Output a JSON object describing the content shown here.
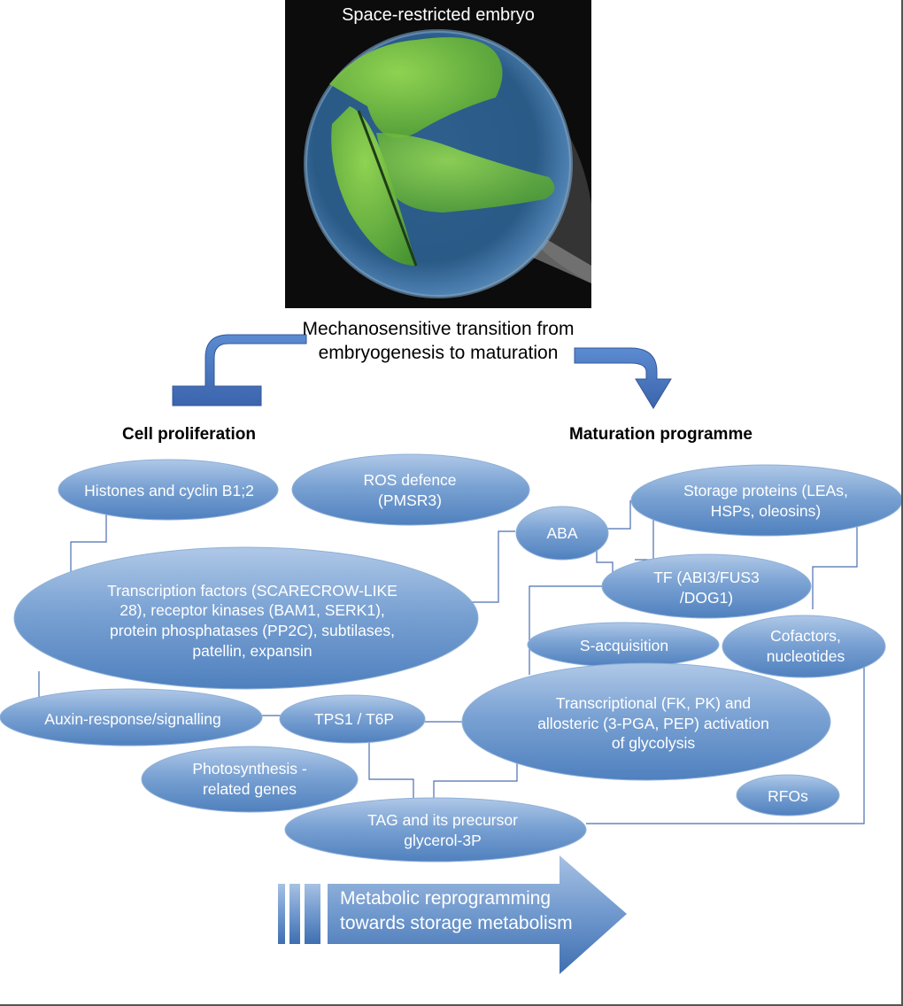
{
  "figure": {
    "photo_label": "Space-restricted embryo",
    "transition_text": "Mechanosensitive transition from embryogenesis to maturation",
    "left_heading": "Cell proliferation",
    "right_heading": "Maturation programme",
    "bottom_arrow_text": "Metabolic reprogramming towards storage metabolism"
  },
  "nodes": {
    "histones": "Histones and cyclin B1;2",
    "ros": "ROS defence (PMSR3)",
    "storage": "Storage proteins (LEAs, HSPs, oleosins)",
    "aba": "ABA",
    "tf": "TF (ABI3/FUS3 /DOG1)",
    "transcription": "Transcription factors (SCARECROW-LIKE 28), receptor kinases (BAM1, SERK1), protein phosphatases (PP2C), subtilases, patellin, expansin",
    "sacq": "S-acquisition",
    "cofactors": "Cofactors, nucleotides",
    "auxin": "Auxin-response/signalling",
    "tps1": "TPS1 / T6P",
    "glycolysis": "Transcriptional (FK, PK) and allosteric (3-PGA, PEP) activation of glycolysis",
    "photosynthesis": "Photosynthesis -related genes",
    "rfos": "RFOs",
    "tag": "TAG and its precursor glycerol-3P"
  },
  "colors": {
    "ellipse_light": "#a9c3e4",
    "ellipse_dark": "#4e7fbd",
    "ellipse_stroke": "#7ea3d2",
    "connector": "#4a6fb0",
    "arrow_fill": "#4472c4",
    "embryo_green": "#7ccb3c",
    "embryo_blue": "#3f78b8"
  }
}
